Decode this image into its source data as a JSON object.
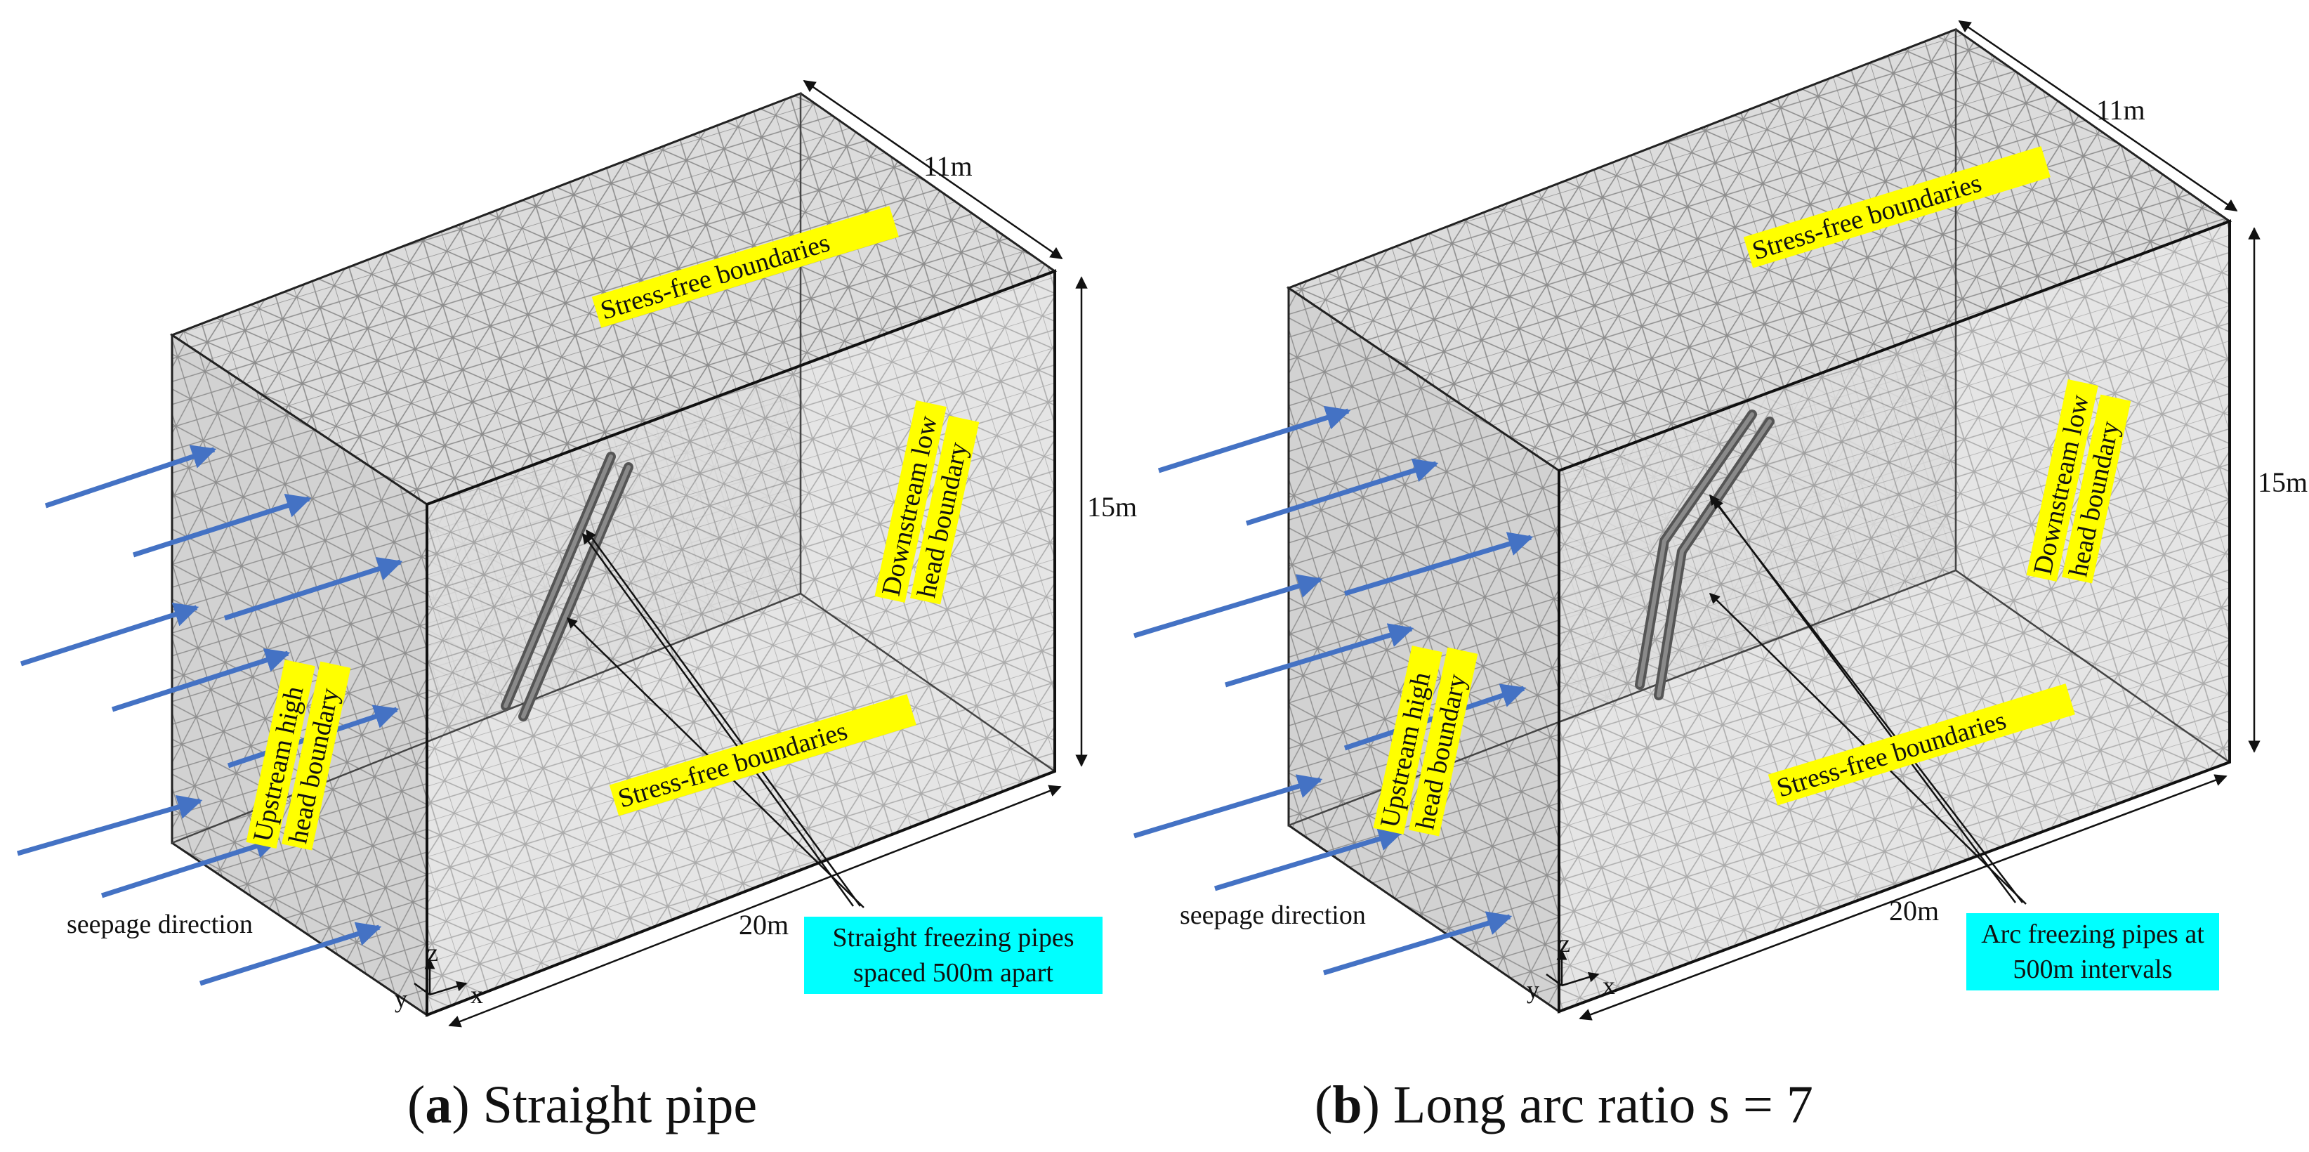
{
  "panels": [
    {
      "id": "a",
      "caption_letter": "a",
      "caption_text": " Straight pipe",
      "dims": {
        "depth": "11m",
        "height": "15m",
        "width": "20m"
      },
      "top_label": "Stress-free boundaries",
      "bottom_label": "Stress-free boundaries",
      "upstream_label": [
        "Upstream high",
        "head boundary"
      ],
      "downstream_label": [
        "Downstream low",
        "head boundary"
      ],
      "pipe_callout": [
        "Straight freezing pipes",
        "spaced 500m apart"
      ],
      "flow_label": "seepage direction",
      "axes": {
        "z": "z",
        "y": "y",
        "x": "x"
      },
      "pipe_shape": "straight"
    },
    {
      "id": "b",
      "caption_letter": "b",
      "caption_text": " Long arc ratio s = 7",
      "dims": {
        "depth": "11m",
        "height": "15m",
        "width": "20m"
      },
      "top_label": "Stress-free boundaries",
      "bottom_label": "Stress-free boundaries",
      "upstream_label": [
        "Upstream high",
        "head boundary"
      ],
      "downstream_label": [
        "Downstream low",
        "head boundary"
      ],
      "pipe_callout": [
        "Arc freezing pipes at",
        "500m intervals"
      ],
      "flow_label": "seepage direction",
      "axes": {
        "z": "z",
        "y": "y",
        "x": "x"
      },
      "pipe_shape": "arc"
    }
  ],
  "colors": {
    "label_highlight": "#ffff00",
    "callout_highlight": "#00ffff",
    "arrow": "#4472c4",
    "mesh_face": "#d9d9d9",
    "mesh_line": "#8a8a8a"
  }
}
